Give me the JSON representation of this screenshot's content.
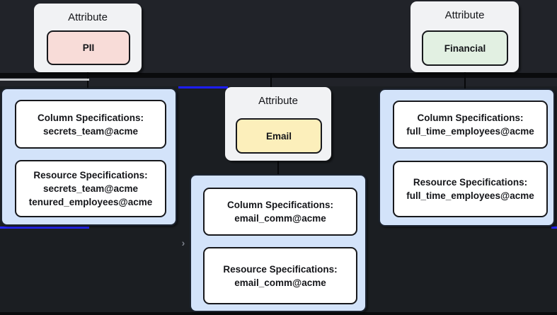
{
  "diagram": {
    "attribute_nodes": [
      {
        "header": "Attribute",
        "name": "PII",
        "fill": "#f8dcd8"
      },
      {
        "header": "Attribute",
        "name": "Email",
        "fill": "#fcefbb"
      },
      {
        "header": "Attribute",
        "name": "Financial",
        "fill": "#e2f0e2"
      }
    ],
    "spec_groups": [
      {
        "column_spec": {
          "title": "Column Specifications:",
          "entries": [
            "secrets_team@acme"
          ]
        },
        "resource_spec": {
          "title": "Resource Specifications:",
          "entries": [
            "secrets_team@acme",
            "tenured_employees@acme"
          ]
        }
      },
      {
        "column_spec": {
          "title": "Column Specifications:",
          "entries": [
            "email_comm@acme"
          ]
        },
        "resource_spec": {
          "title": "Resource Specifications:",
          "entries": [
            "email_comm@acme"
          ]
        }
      },
      {
        "column_spec": {
          "title": "Column Specifications:",
          "entries": [
            "full_time_employees@acme"
          ]
        },
        "resource_spec": {
          "title": "Resource Specifications:",
          "entries": [
            "full_time_employees@acme"
          ]
        }
      }
    ],
    "chevron_glyph": "›"
  },
  "colors": {
    "background_main": "#1b1e22",
    "background_band": "#212329",
    "separator_black": "#0a0b0d",
    "card_background": "#f1f2f4",
    "pii_fill": "#f8dcd8",
    "email_fill": "#fcefbb",
    "financial_fill": "#e2f0e2",
    "spec_container_fill": "#d3e3fa",
    "spec_box_fill": "#ffffff",
    "edge_blue": "#2525ff",
    "edge_gray": "#c4c6c9",
    "text_dark": "#15161a"
  }
}
